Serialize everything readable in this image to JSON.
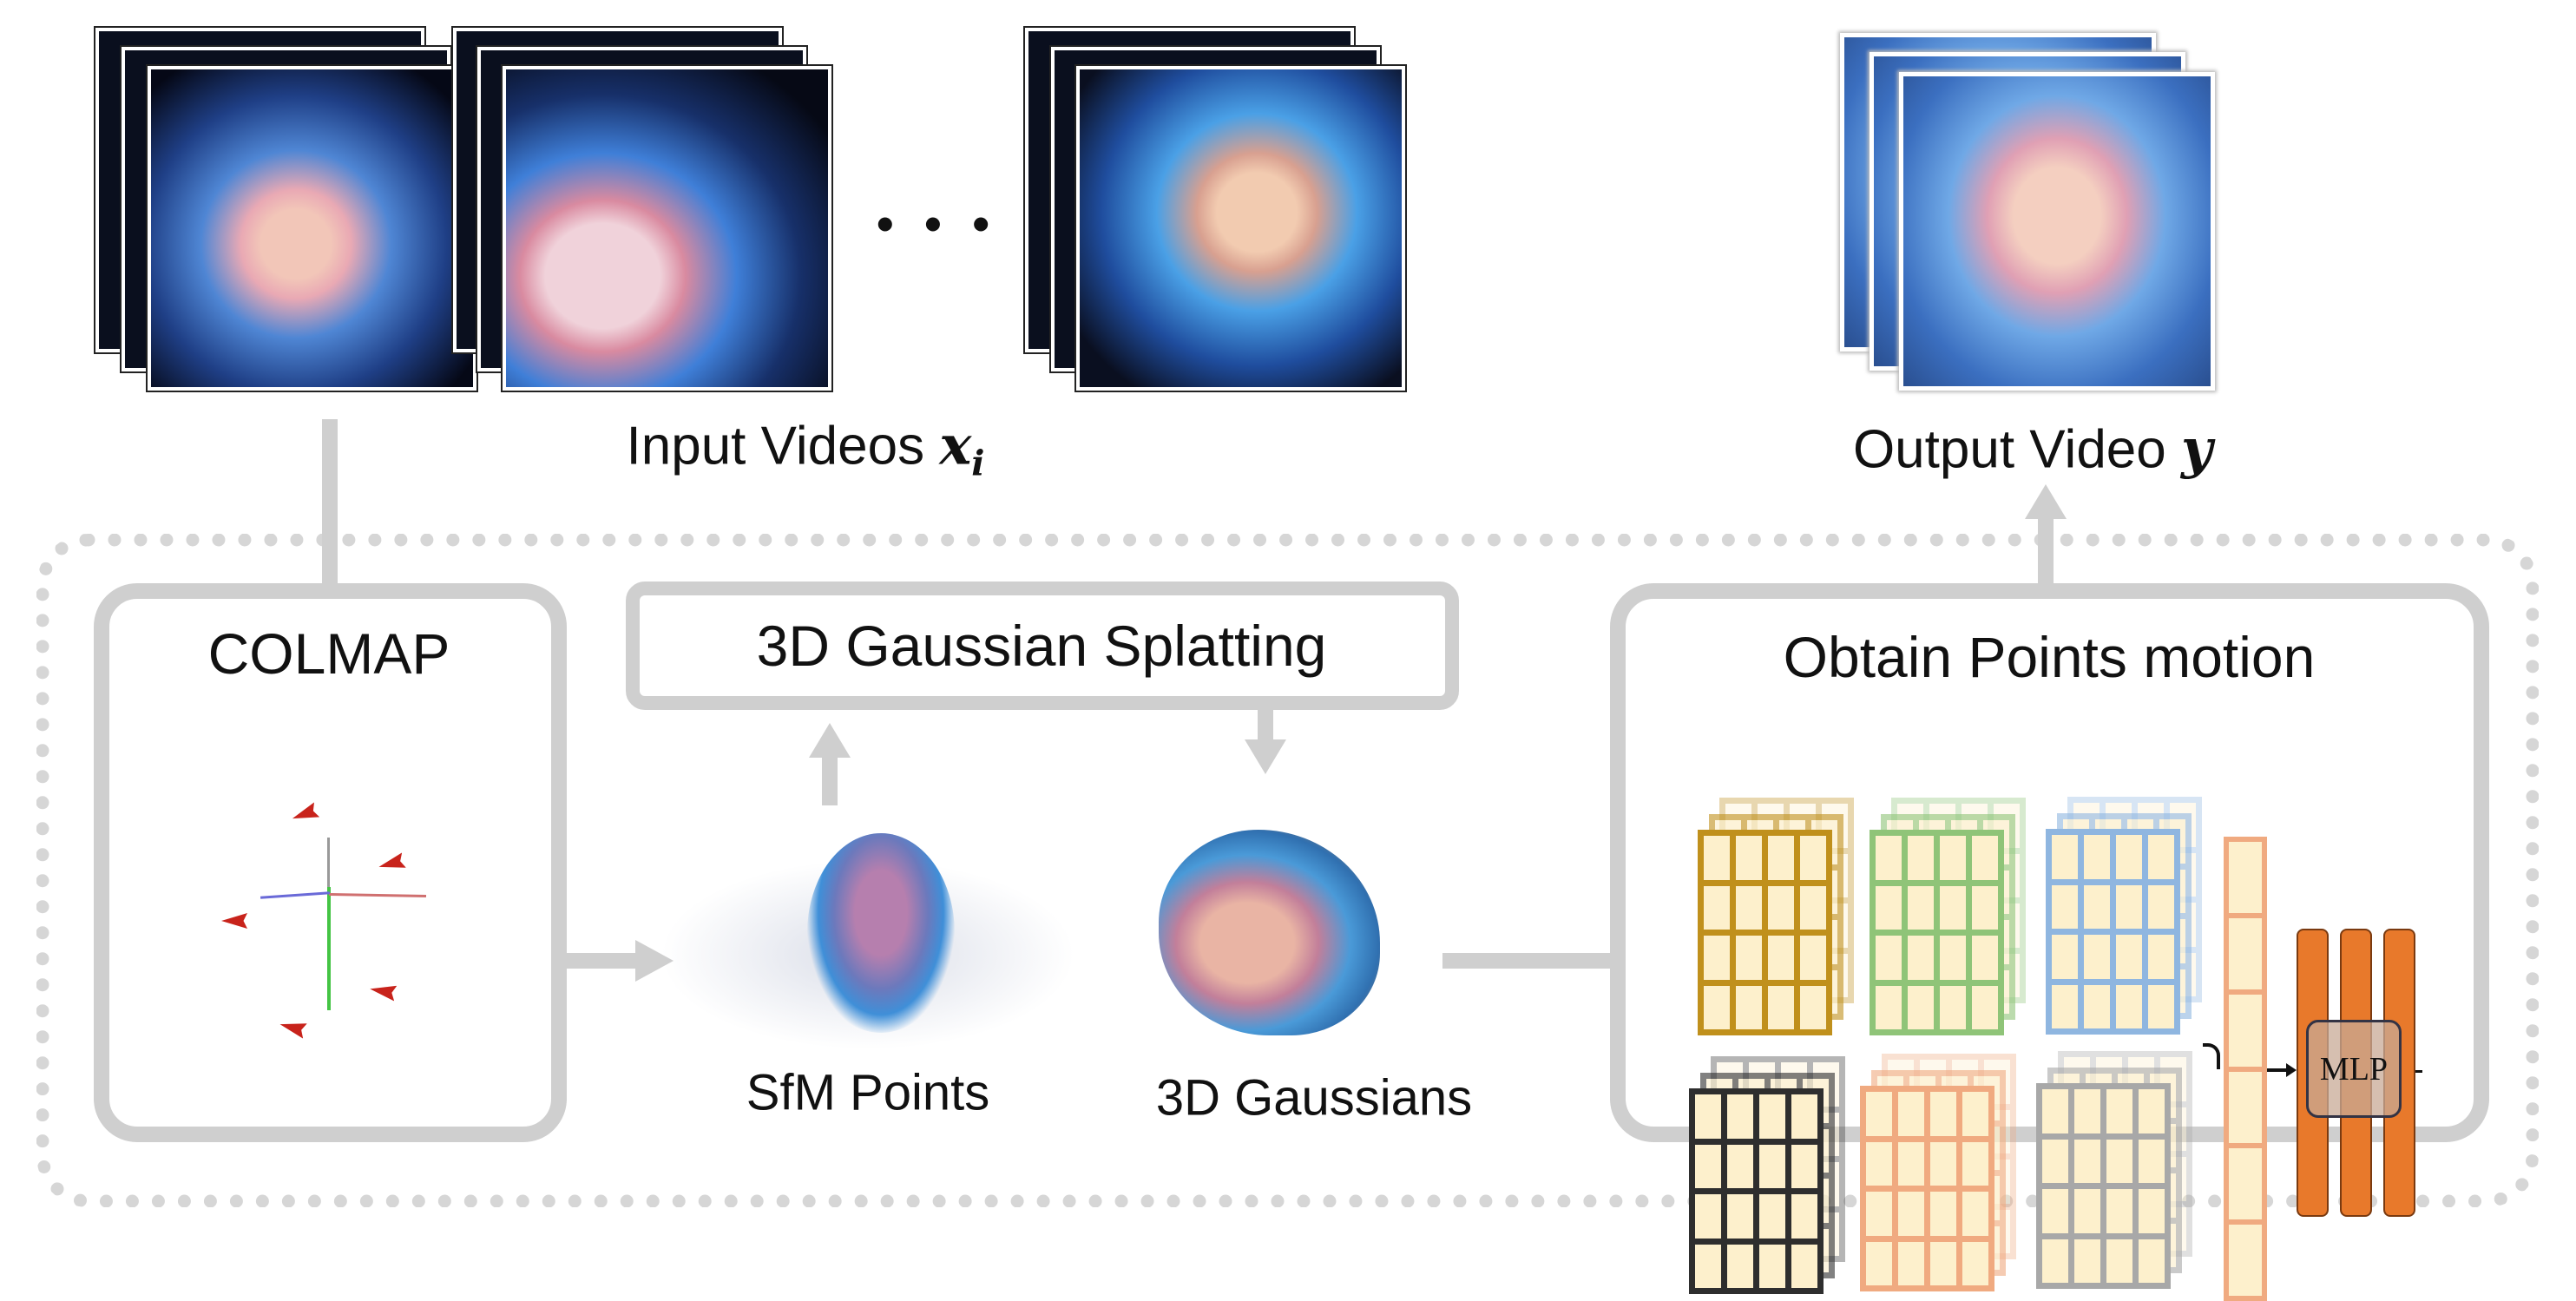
{
  "input": {
    "label": "Input Videos",
    "symbol": "x",
    "subscript": "i",
    "ellipsis": "• • •"
  },
  "output": {
    "label": "Output Video",
    "symbol": "y"
  },
  "colmap": {
    "title": "COLMAP"
  },
  "gaussian_splatting": {
    "title": "3D Gaussian Splatting"
  },
  "sfm": {
    "label": "SfM Points"
  },
  "gaussians": {
    "label": "3D Gaussians"
  },
  "motion": {
    "title": "Obtain Points motion",
    "mlp_label": "MLP"
  },
  "colors": {
    "arrow": "#cfcfcf",
    "grid_cell": "#fdf0cc",
    "mlp": "#e8792b",
    "grid_borders": [
      "#c0901c",
      "#8fc478",
      "#8fb6e0",
      "#2e2e2e",
      "#f0aa80",
      "#a8a8a8"
    ]
  }
}
